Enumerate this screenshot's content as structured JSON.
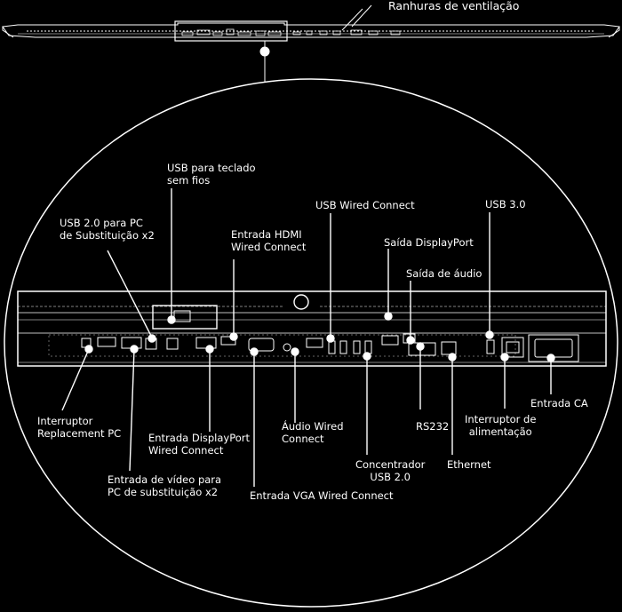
{
  "labels": {
    "ventilacao": "Ranhuras de ventilação",
    "usb_teclado": "USB para teclado\nsem fios",
    "usb_wired": "USB Wired Connect",
    "usb3": "USB 3.0",
    "usb2_pc": "USB 2.0 para PC\nde Substituição x2",
    "hdmi": "Entrada HDMI\nWired Connect",
    "displayport_out": "Saída DisplayPort",
    "audio_out": "Saída de áudio",
    "interruptor_pc": "Interruptor\nReplacement PC",
    "displayport_in": "Entrada DisplayPort\nWired Connect",
    "audio_wired": "Áudio Wired\nConnect",
    "rs232": "RS232",
    "interruptor_alim": "Interruptor de\nalimentação",
    "entrada_ca": "Entrada CA",
    "concentrador": "Concentrador\nUSB 2.0",
    "ethernet": "Ethernet",
    "video_pc": "Entrada de vídeo para\nPC de substituição x2",
    "vga": "Entrada VGA Wired Connect"
  },
  "colors": {
    "background": "#000000",
    "line": "#ffffff"
  }
}
